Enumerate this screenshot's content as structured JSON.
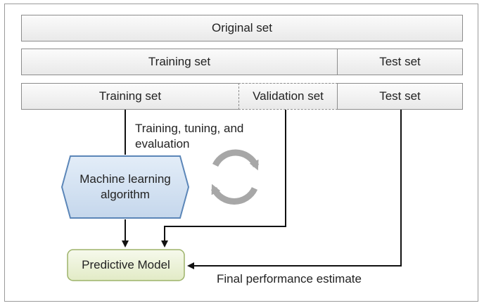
{
  "rows": {
    "original": "Original set",
    "split1_train": "Training set",
    "split1_test": "Test set",
    "split2_train": "Training set",
    "split2_validation": "Validation set",
    "split2_test": "Test set"
  },
  "loop_label": "Training, tuning, and evaluation",
  "algorithm_label": "Machine learning algorithm",
  "model_label": "Predictive Model",
  "estimate_label": "Final performance estimate",
  "colors": {
    "algorithm_fill": "#d5e3f2",
    "algorithm_border": "#5b86b8",
    "model_fill": "#eef3dd",
    "model_border": "#9db36a",
    "cycle_arrow": "#a7a7a7"
  }
}
